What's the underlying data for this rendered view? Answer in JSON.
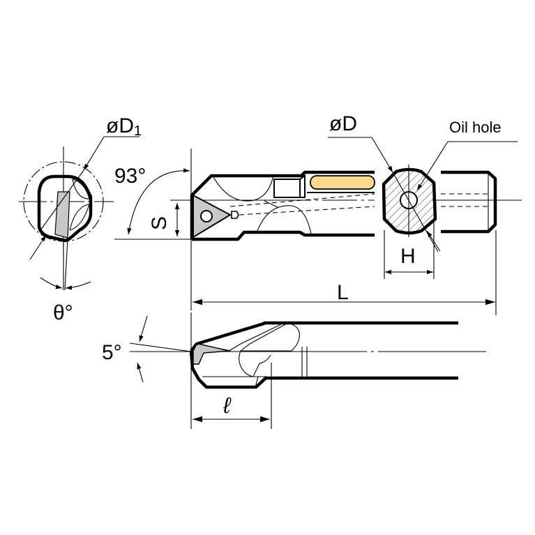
{
  "drawing": {
    "title": "Boring bar dimensional drawing",
    "labels": {
      "d1": "øD",
      "d1_sub": "1",
      "theta": "θ°",
      "angle_93": "93°",
      "s": "S",
      "d": "øD",
      "oil_hole": "Oil hole",
      "h": "H",
      "l_total": "L",
      "angle_5": "5°",
      "l_small": "ℓ"
    },
    "colors": {
      "line": "#000000",
      "insert_fill": "#c8c8c8",
      "coolant_slot_fill": "#fbd98f",
      "background": "#ffffff"
    }
  }
}
